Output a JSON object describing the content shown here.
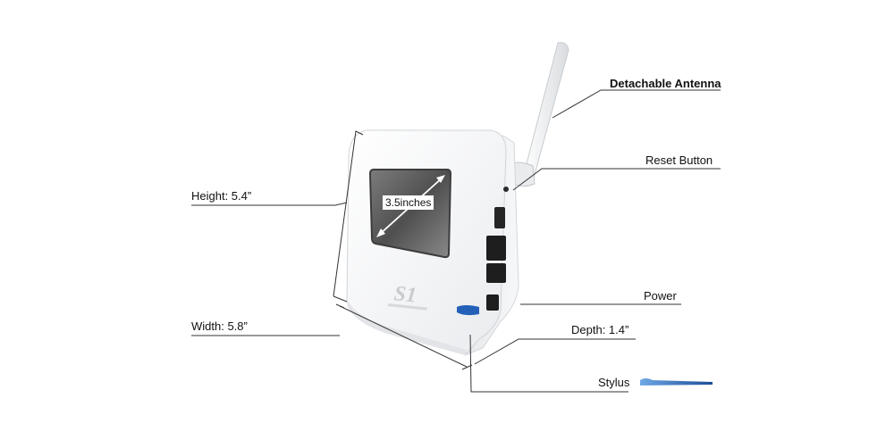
{
  "labels": {
    "antenna": "Detachable Antenna",
    "reset": "Reset Button",
    "height": "Height: 5.4”",
    "power": "Power",
    "width": "Width: 5.8”",
    "depth": "Depth: 1.4”",
    "stylus": "Stylus",
    "screen_size": "3.5inches"
  },
  "device": {
    "logo": "S1",
    "colors": {
      "body": "#f4f5f6",
      "screen": "#5a5a5a",
      "port": "#1e1e1e",
      "stylus": "#1f5fb0",
      "leader": "#333333"
    }
  }
}
